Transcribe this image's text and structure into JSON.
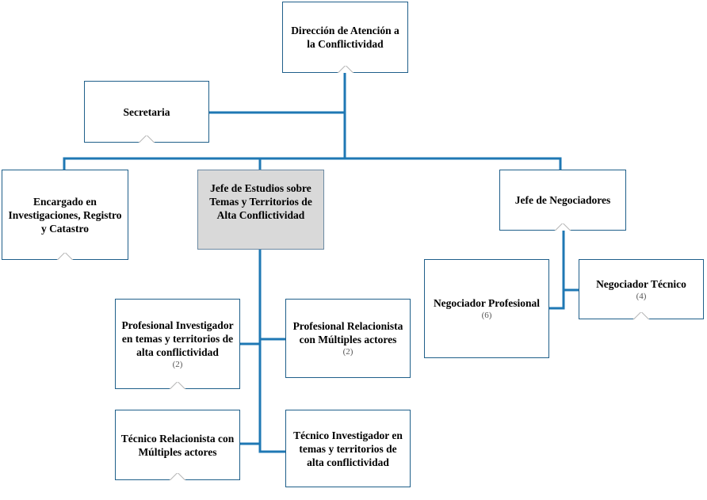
{
  "org_chart": {
    "nodes": [
      {
        "id": "direccion",
        "title": "Dirección de Atención a la Conflictividad",
        "count": ""
      },
      {
        "id": "secretaria",
        "title": "Secretaria",
        "count": ""
      },
      {
        "id": "encargado",
        "title": "Encargado en Investigaciones, Registro y Catastro",
        "count": ""
      },
      {
        "id": "jefe_estudios",
        "title": "Jefe de Estudios sobre Temas y Territorios de Alta Conflictividad",
        "count": ""
      },
      {
        "id": "jefe_negociadores",
        "title": "Jefe de Negociadores",
        "count": ""
      },
      {
        "id": "negociador_profesional",
        "title": "Negociador Profesional",
        "count": "(6)"
      },
      {
        "id": "negociador_tecnico",
        "title": "Negociador Técnico",
        "count": "(4)"
      },
      {
        "id": "prof_investigador",
        "title": "Profesional Investigador en temas y territorios de alta conflictividad",
        "count": "(2)"
      },
      {
        "id": "prof_relacionista",
        "title": "Profesional Relacionista con Múltiples actores",
        "count": "(2)"
      },
      {
        "id": "tec_relacionista",
        "title": "Técnico Relacionista con Múltiples actores",
        "count": ""
      },
      {
        "id": "tec_investigador",
        "title": "Técnico Investigador en temas y territorios de alta conflictividad",
        "count": ""
      }
    ],
    "highlighted": "jefe_estudios",
    "connector_color": "#1f78b4"
  }
}
